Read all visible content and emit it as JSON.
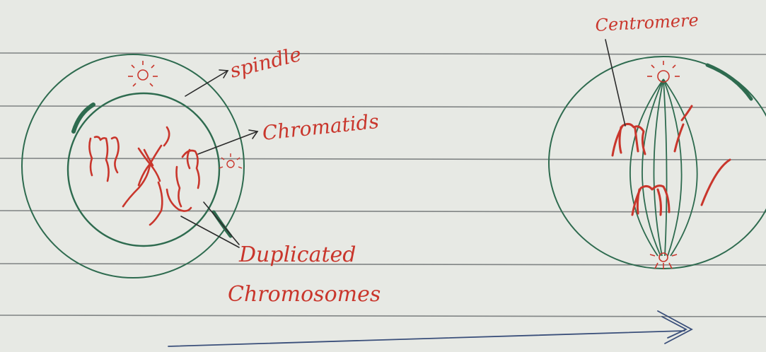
{
  "labels": {
    "spindle": "spindle",
    "chromatids": "Chromatids",
    "duplicated": "Duplicated",
    "chromosomes": "Chromosomes",
    "centromere": "Centromere"
  },
  "colors": {
    "paper": "#e7e9e4",
    "ruled_line": "#6f7374",
    "ink_green": "#2e6b4f",
    "ink_red": "#c9362c",
    "ink_blue": "#3a4f7a"
  }
}
